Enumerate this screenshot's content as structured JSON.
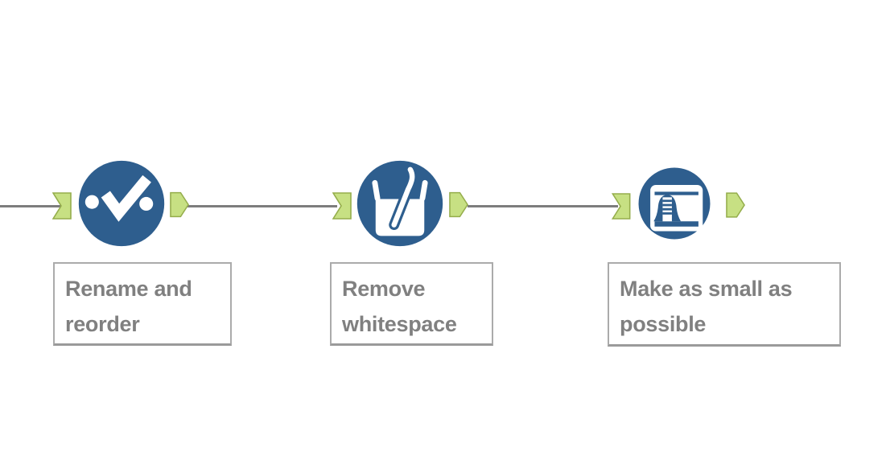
{
  "colors": {
    "tool_blue": "#2e5e8e",
    "anchor_green": "#c7e083",
    "anchor_border": "#95ad4c",
    "wire_gray": "#7d7d7d",
    "label_text": "#808080",
    "label_border": "#ababab"
  },
  "workflow": {
    "tools": [
      {
        "icon": "select-check-dots-icon",
        "annotation": "Rename and reorder",
        "has_input_anchor": true,
        "has_output_anchor": true
      },
      {
        "icon": "cleansing-bucket-brush-icon",
        "annotation": "Remove whitespace",
        "has_input_anchor": true,
        "has_output_anchor": true
      },
      {
        "icon": "autofield-window-column-icon",
        "annotation": "Make as small as possible",
        "has_input_anchor": true,
        "has_output_anchor": true
      }
    ],
    "connections": [
      {
        "from": "canvas-left-edge",
        "to": "tool-1-input"
      },
      {
        "from": "tool-1-output",
        "to": "tool-2-input"
      },
      {
        "from": "tool-2-output",
        "to": "tool-3-input"
      }
    ]
  }
}
